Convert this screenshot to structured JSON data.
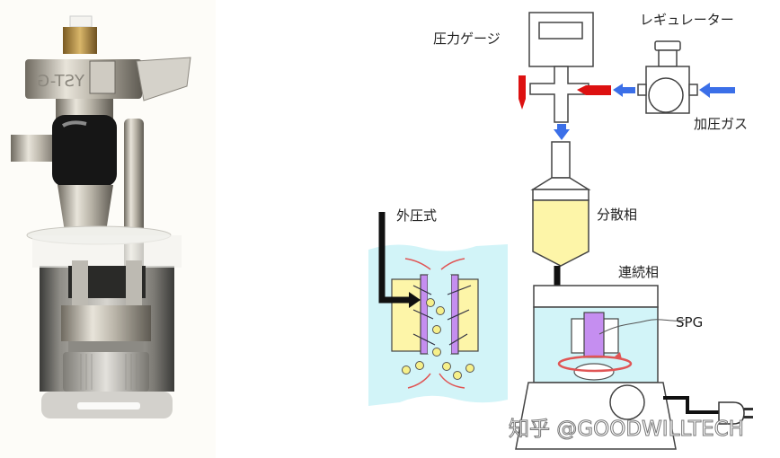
{
  "labels": {
    "pressure_gauge": "圧力ゲージ",
    "regulator": "レギュレーター",
    "pressurized_gas": "加圧ガス",
    "dispersed_phase": "分散相",
    "continuous_phase": "連続相",
    "external_pressure": "外圧式",
    "spg": "SPG"
  },
  "photo": {
    "engraving": "YST-G"
  },
  "watermark": "知乎 @GOODWILLTECH",
  "colors": {
    "gas_arrow": "#3b6fe8",
    "valve_red": "#dd1111",
    "dispersed_yellow": "#fdf5a8",
    "membrane_purple": "#c58ef0",
    "water_cyan": "#d2f4f8",
    "flow_red": "#e05555",
    "droplet": "#f6f08a"
  }
}
